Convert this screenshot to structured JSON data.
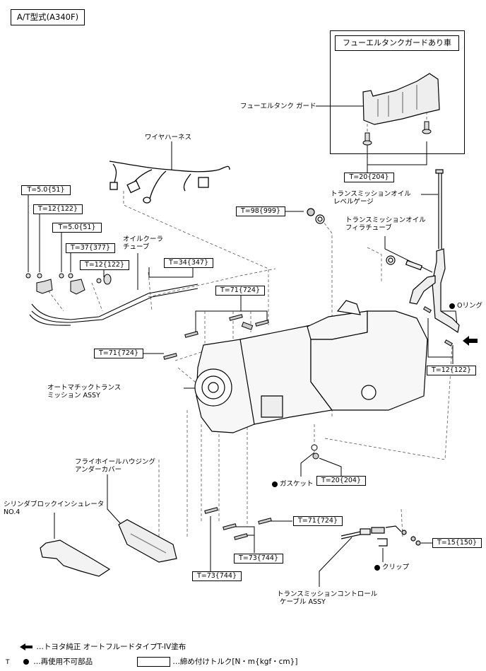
{
  "header": {
    "model_label": "A/T型式(A340F)"
  },
  "inset": {
    "title": "フューエルタンクガードあり車",
    "part_label": "フューエルタンク ガード",
    "torque": "T=20{204}"
  },
  "parts": {
    "wire_harness": "ワイヤハーネス",
    "level_gauge": [
      "トランスミッションオイル",
      "レベルゲージ"
    ],
    "filler_tube": [
      "トランスミッションオイル",
      "フィラチューブ"
    ],
    "oil_cooler_tube": [
      "オイルクーラ",
      "チューブ"
    ],
    "o_ring": "Oリング",
    "automatic_transmission": [
      "オートマチックトランス",
      "ミッション ASSY"
    ],
    "flywheel_cover": [
      "フライホイールハウジング",
      "アンダーカバー"
    ],
    "insulator": [
      "シリンダブロックインシュレータ",
      "NO.4"
    ],
    "gasket": "ガスケット",
    "clip": "クリップ",
    "control_cable": [
      "トランスミッションコントロール",
      "ケーブル ASSY"
    ]
  },
  "torques": {
    "t1": "T=5.0{51}",
    "t2": "T=12{122}",
    "t3": "T=5.0{51}",
    "t4": "T=37{377}",
    "t5": "T=12{122}",
    "t6": "T=34{347}",
    "t7": "T=98{999}",
    "t8": "T=71{724}",
    "t9": "T=71{724}",
    "t10": "T=12{122}",
    "t11": "T=20{204}",
    "t12": "T=71{724}",
    "t13": "T=73{744}",
    "t14": "T=73{744}",
    "t15": "T=15{150}"
  },
  "legend": {
    "arrow_text": "…トヨタ純正 オートフルードタイプT-IV塗布",
    "dot_text": "…再使用不可部品",
    "box_text": "…締め付けトルク[N・m{kgf・cm}]",
    "corner_mark": "T"
  }
}
